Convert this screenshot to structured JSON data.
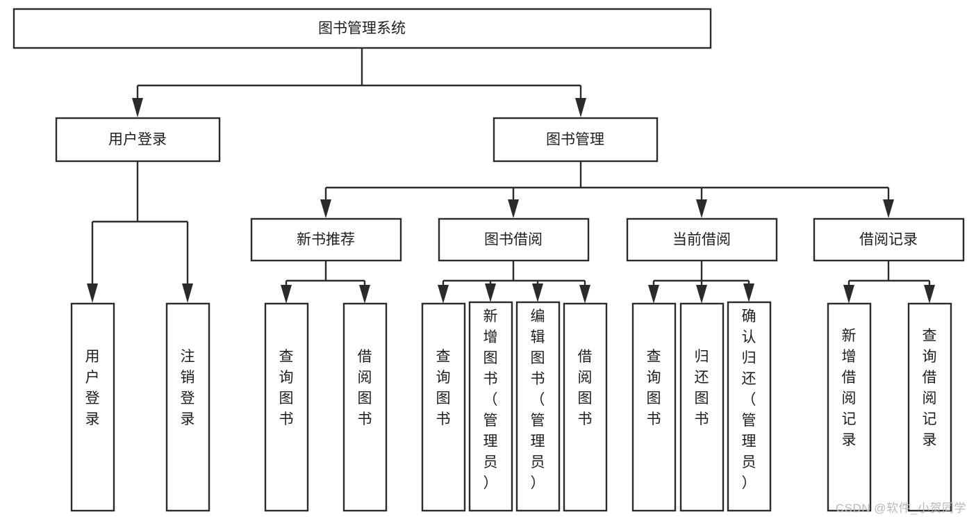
{
  "diagram": {
    "type": "tree-hierarchy",
    "title": "图书管理系统",
    "watermark": "CSDN @软件_小贺同学",
    "colors": {
      "stroke": "#2b2b2b",
      "fill": "#ffffff",
      "text": "#1d1d1d",
      "watermark": "#b9b9b9",
      "background": "#ffffff"
    },
    "levels": {
      "level1": [
        {
          "id": "root",
          "label": "图书管理系统",
          "orientation": "horizontal"
        }
      ],
      "level2": [
        {
          "id": "user-login",
          "label": "用户登录",
          "orientation": "horizontal",
          "parent": "root"
        },
        {
          "id": "book-manage",
          "label": "图书管理",
          "orientation": "horizontal",
          "parent": "root"
        }
      ],
      "level3": [
        {
          "id": "new-book-rec",
          "label": "新书推荐",
          "orientation": "horizontal",
          "parent": "book-manage"
        },
        {
          "id": "book-borrow",
          "label": "图书借阅",
          "orientation": "horizontal",
          "parent": "book-manage"
        },
        {
          "id": "current-borrow",
          "label": "当前借阅",
          "orientation": "horizontal",
          "parent": "book-manage"
        },
        {
          "id": "borrow-record",
          "label": "借阅记录",
          "orientation": "horizontal",
          "parent": "book-manage"
        }
      ],
      "leaves": [
        {
          "id": "leaf-user-login",
          "label": "用户登录",
          "orientation": "vertical",
          "parent": "user-login"
        },
        {
          "id": "leaf-logout-login",
          "label": "注销登录",
          "orientation": "vertical",
          "parent": "user-login"
        },
        {
          "id": "leaf-query-book-1",
          "label": "查询图书",
          "orientation": "vertical",
          "parent": "new-book-rec"
        },
        {
          "id": "leaf-borrow-book-1",
          "label": "借阅图书",
          "orientation": "vertical",
          "parent": "new-book-rec"
        },
        {
          "id": "leaf-query-book-2",
          "label": "查询图书",
          "orientation": "vertical",
          "parent": "book-borrow"
        },
        {
          "id": "leaf-add-book",
          "label": "新增图书（管理员）",
          "orientation": "vertical",
          "parent": "book-borrow"
        },
        {
          "id": "leaf-edit-book",
          "label": "编辑图书（管理员）",
          "orientation": "vertical",
          "parent": "book-borrow"
        },
        {
          "id": "leaf-borrow-book-2",
          "label": "借阅图书",
          "orientation": "vertical",
          "parent": "book-borrow"
        },
        {
          "id": "leaf-query-book-3",
          "label": "查询图书",
          "orientation": "vertical",
          "parent": "current-borrow"
        },
        {
          "id": "leaf-return-book",
          "label": "归还图书",
          "orientation": "vertical",
          "parent": "current-borrow"
        },
        {
          "id": "leaf-confirm-return",
          "label": "确认归还（管理员）",
          "orientation": "vertical",
          "parent": "current-borrow"
        },
        {
          "id": "leaf-add-record",
          "label": "新增借阅记录",
          "orientation": "vertical",
          "parent": "borrow-record"
        },
        {
          "id": "leaf-query-record",
          "label": "查询借阅记录",
          "orientation": "vertical",
          "parent": "borrow-record"
        }
      ]
    }
  }
}
